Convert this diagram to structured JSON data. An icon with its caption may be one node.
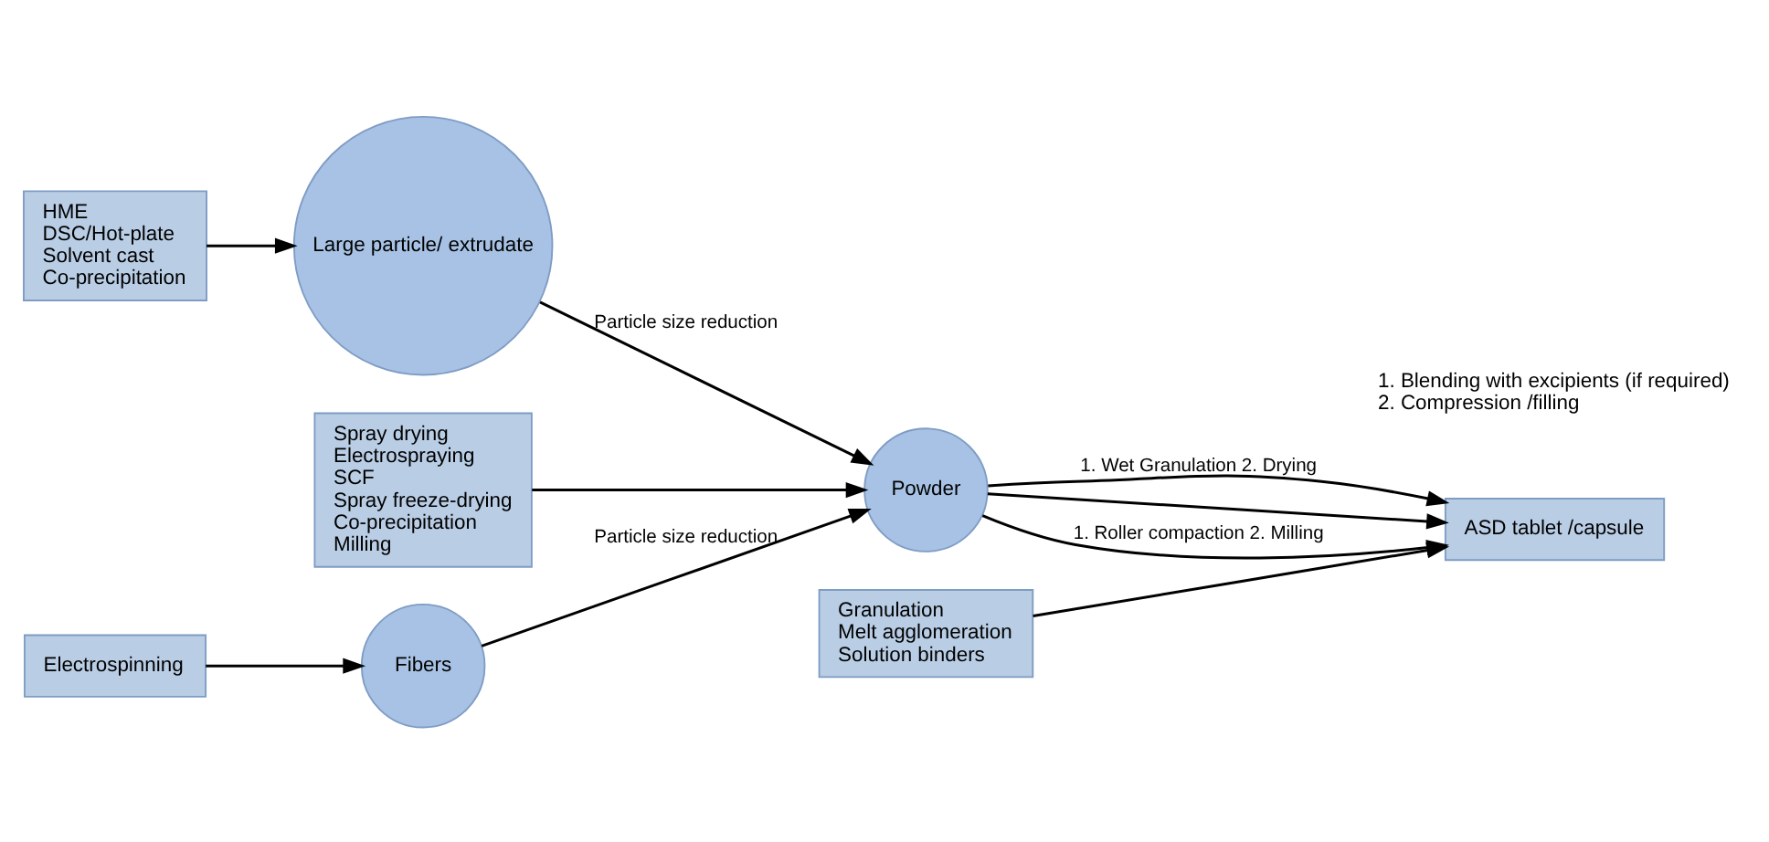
{
  "diagram": {
    "nodes": [
      {
        "text": [
          "HME",
          "DSC/Hot-plate",
          "Solvent cast",
          "Co-precipitation"
        ]
      },
      {
        "text": [
          "Large particle/ extrudate"
        ]
      },
      {
        "text": [
          "Spray drying",
          "Electrospraying",
          "SCF",
          "Spray freeze-drying",
          "Co-precipitation",
          "Milling"
        ]
      },
      {
        "text": [
          "Powder"
        ]
      },
      {
        "text": [
          "Electrospinning"
        ]
      },
      {
        "text": [
          "Fibers"
        ]
      },
      {
        "text": [
          "Granulation",
          "Melt agglomeration",
          "Solution binders"
        ]
      },
      {
        "text": [
          "ASD tablet /capsule"
        ]
      }
    ],
    "edges": [
      {
        "from": 0,
        "to": 1,
        "arrow": "to"
      },
      {
        "from": 1,
        "to": 3,
        "arrow": "to",
        "label": "Particle size reduction"
      },
      {
        "from": 2,
        "to": 3,
        "arrow": "to"
      },
      {
        "from": 4,
        "to": 5,
        "arrow": "to"
      },
      {
        "from": 5,
        "to": 3,
        "arrow": "to",
        "label": "Particle size reduction"
      },
      {
        "from": 3,
        "to": 7,
        "arrow": "to",
        "label": "1. Wet Granulation 2. Drying"
      },
      {
        "from": 3,
        "to": 7,
        "arrow": "to"
      },
      {
        "from": 3,
        "to": 7,
        "arrow": "to",
        "label": "1. Roller compaction 2. Milling"
      },
      {
        "from": 6,
        "to": 7,
        "arrow": "to"
      }
    ],
    "labels": [
      "1. Blending with excipients (if required)",
      "2. Compression /filling"
    ]
  }
}
